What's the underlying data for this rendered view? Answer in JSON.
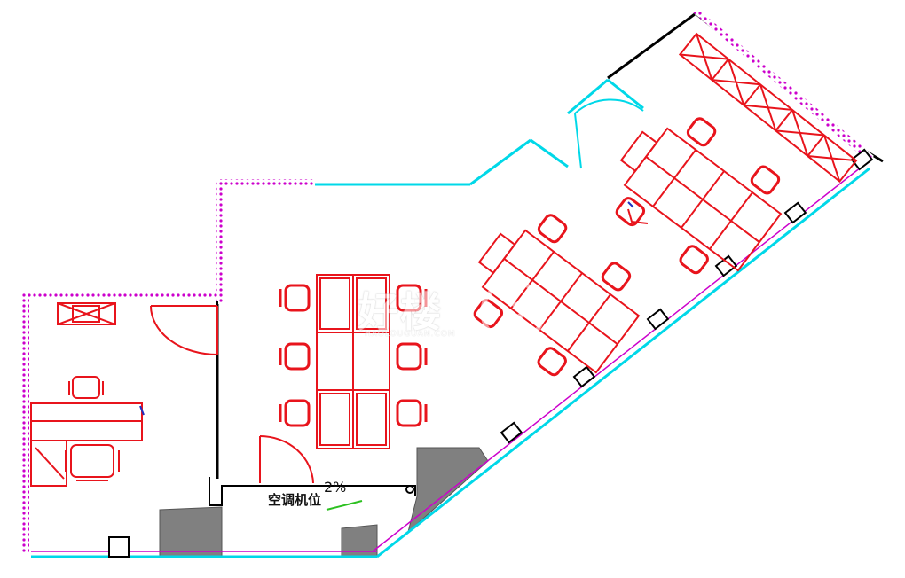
{
  "labels": {
    "ac_position": "空调机位",
    "slope": "2%"
  },
  "watermark": {
    "chars": "好楼",
    "domain": "HAOLOUGUAN.COM"
  },
  "colors": {
    "wall": "#000000",
    "wall_accent": "#cc00cc",
    "window": "#00d8e8",
    "furniture": "#e8141c",
    "column": "#808080",
    "background": "#ffffff"
  }
}
